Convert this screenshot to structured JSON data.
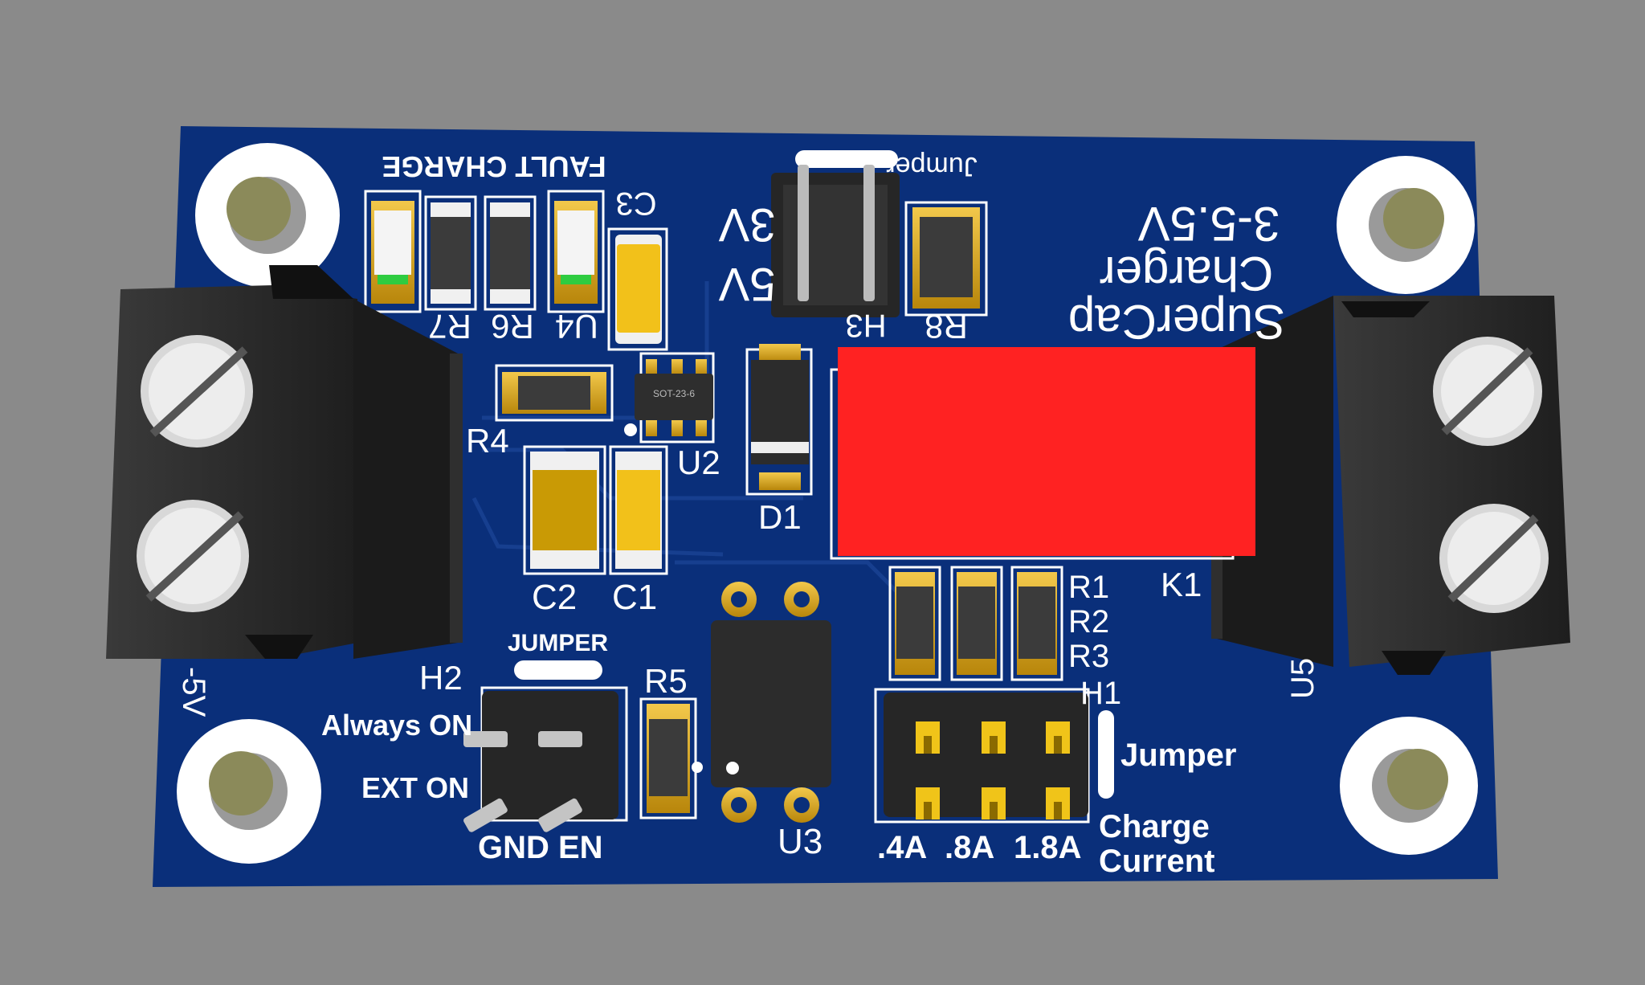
{
  "board": {
    "colors": {
      "background": "#8a8a8a",
      "pcb": "#0a2f7a",
      "silkscreen": "#ffffff",
      "pad_gold": "#d4a017",
      "relay_red": "#ff2222",
      "terminal_dark": "#2a2a2a"
    },
    "labels": {
      "fault_charge": "FAULT CHARGE",
      "jumper_top": "Jumper",
      "v3": "3V",
      "v5": "5V",
      "title_line1": "3-5.5V",
      "title_line2": "Charger",
      "title_line3": "SuperCap",
      "c3": "C3",
      "r7": "R7",
      "r6": "R6",
      "u4": "U4",
      "h3": "H3",
      "r8": "R8",
      "r4": "R4",
      "u2": "U2",
      "sot_marking": "SOT-23-6",
      "d1": "D1",
      "c2": "C2",
      "c1": "C1",
      "r1": "R1",
      "r2": "R2",
      "r3": "R3",
      "k1": "K1",
      "h1": "H1",
      "jumper_right": "Jumper",
      "charge": "Charge",
      "current": "Current",
      "i_04": ".4A",
      "i_08": ".8A",
      "i_18": "1.8A",
      "jumper_caps": "JUMPER",
      "h2": "H2",
      "r5": "R5",
      "always_on": "Always ON",
      "ext_on": "EXT ON",
      "gnd_en": "GND EN",
      "u3": "U3",
      "u5_partial": "U5",
      "v_left_partial": "-5V"
    }
  }
}
